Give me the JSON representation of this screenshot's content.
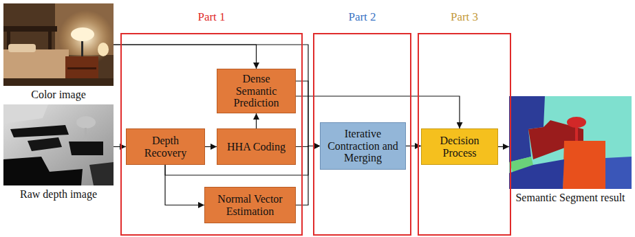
{
  "diagram": {
    "nodes": [
      {
        "text": [
          "Color image"
        ]
      },
      {
        "text": [
          "Raw depth image"
        ]
      },
      {
        "text": [
          "Part 1"
        ]
      },
      {
        "text": [
          "Dense Semantic Prediction"
        ],
        "in": 2
      },
      {
        "text": [
          "Depth Recovery"
        ],
        "in": 2
      },
      {
        "text": [
          "HHA Coding"
        ],
        "in": 2
      },
      {
        "text": [
          "Normal Vector Estimation"
        ],
        "in": 2
      },
      {
        "text": [
          "Part 2"
        ]
      },
      {
        "text": [
          "Iterative Contraction and Merging"
        ],
        "in": 7
      },
      {
        "text": [
          "Part 3"
        ]
      },
      {
        "text": [
          "Decision Process"
        ],
        "in": 9
      },
      {
        "text": [
          "Semantic Segment result"
        ]
      }
    ],
    "edges": [
      {
        "from": 0,
        "to": 3,
        "arrow": "to"
      },
      {
        "from": 0,
        "to": 8,
        "arrow": "to"
      },
      {
        "from": 1,
        "to": 4,
        "arrow": "to"
      },
      {
        "from": 4,
        "to": 5,
        "arrow": "to"
      },
      {
        "from": 5,
        "to": 3,
        "arrow": "to"
      },
      {
        "from": 5,
        "to": 8,
        "arrow": "to"
      },
      {
        "from": 3,
        "to": 8,
        "arrow": "to"
      },
      {
        "from": 3,
        "to": 10,
        "arrow": "to"
      },
      {
        "from": 4,
        "to": 8,
        "arrow": "to"
      },
      {
        "from": 4,
        "to": 6,
        "arrow": "to"
      },
      {
        "from": 6,
        "to": 8,
        "arrow": "to"
      },
      {
        "from": 8,
        "to": 10,
        "arrow": "to"
      },
      {
        "from": 10,
        "to": 11,
        "arrow": "to"
      }
    ]
  }
}
